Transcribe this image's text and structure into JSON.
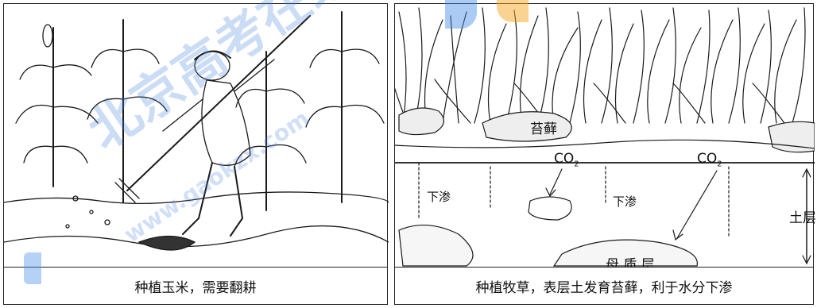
{
  "left_panel": {
    "caption": "种植玉米，需要翻耕"
  },
  "right_panel": {
    "caption": "种植牧草，表层土发育苔藓，利于水分下渗",
    "moss_label": "苔藓",
    "co2_label_a": "CO",
    "co2_label_b": "CO",
    "co2_sub": "2",
    "seep_label_1": "下渗",
    "seep_label_2": "下渗",
    "soil_layer_label": "土层",
    "parent_material_label": "母 质 层"
  },
  "watermark": {
    "text": "北京高考在线",
    "url": "www.gaokzx.com"
  },
  "colors": {
    "line": "#1a1a1a",
    "watermark_blue": "#4682dc",
    "watermark_orange": "#f5a623"
  }
}
